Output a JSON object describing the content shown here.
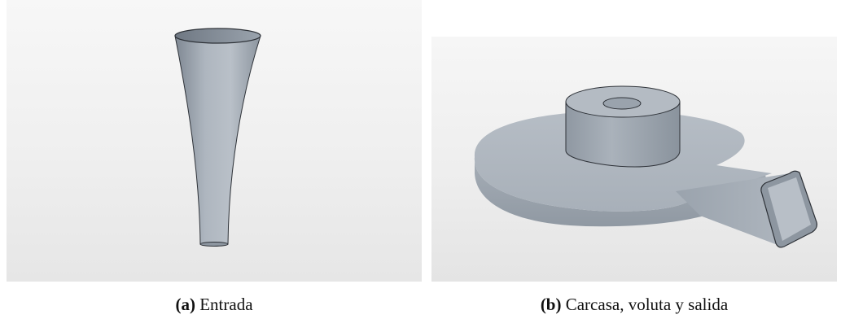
{
  "figures": [
    {
      "label": "(a)",
      "caption": "Entrada"
    },
    {
      "label": "(b)",
      "caption": "Carcasa, voluta y salida"
    }
  ],
  "colors": {
    "surface": "#a9b1ba",
    "surface_dark": "#7d8691",
    "surface_light": "#c9d0d7",
    "edge": "#2e3238",
    "background": "#efefef"
  }
}
